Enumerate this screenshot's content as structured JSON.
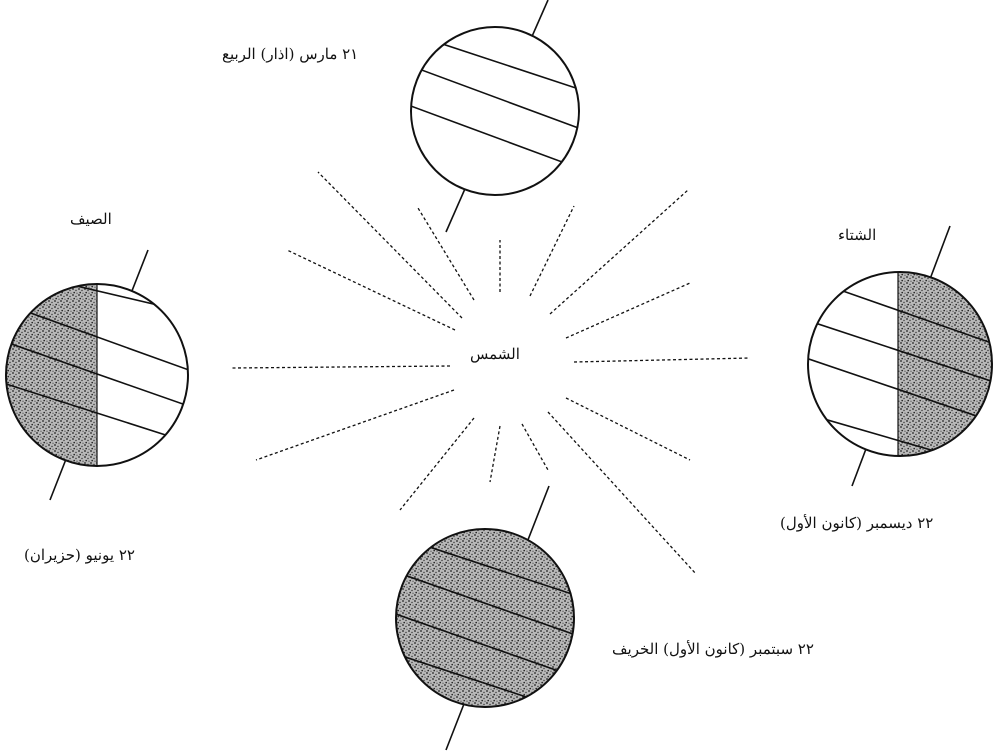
{
  "labels": {
    "sun": "الشمس",
    "spring": "٢١ مارس (اذار) الربيع",
    "summer_season": "الصيف",
    "summer_date": "٢٢ يونيو (حزيران)",
    "winter_season": "الشتاء",
    "winter_date": "٢٢ ديسمبر (كانون الأول)",
    "autumn": "٢٢ سبتمبر (كانون الأول) الخريف"
  },
  "colors": {
    "ink": "#111111",
    "night_shade": "#555555",
    "paper": "#ffffff"
  }
}
